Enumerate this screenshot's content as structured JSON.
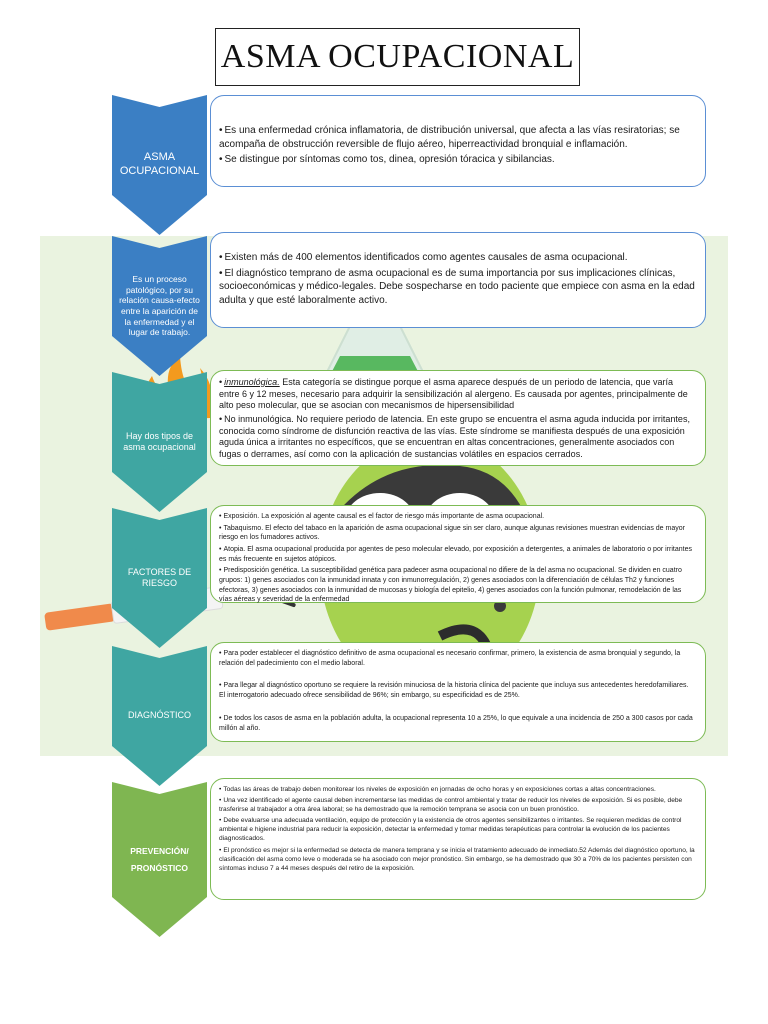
{
  "title": "ASMA OCUPACIONAL",
  "colors": {
    "blue_chevron": "#3b7fc4",
    "teal_chevron": "#3fa6a2",
    "green_chevron": "#7fb651",
    "card_blue_border": "#5b8fd4",
    "card_green_border": "#7dbb55",
    "background_panel": "#eaf3e0"
  },
  "illustration": {
    "description_icons": [
      "flask-icon",
      "flame-icon",
      "cigarette-icon",
      "person-coughing-icon"
    ]
  },
  "sections": [
    {
      "label": "ASMA OCUPACIONAL",
      "items": [
        "Es una enfermedad crónica inflamatoria, de distribución universal, que afecta a las vías resiratorias; se acompaña de obstrucción reversible de flujo aéreo, hiperreactividad bronquial e inflamación.",
        "Se distingue por síntomas como tos, dinea, opresión tóracica y sibilancias."
      ]
    },
    {
      "label": "Es un proceso patológico, por su relación causa-efecto entre la aparición de la enfermedad y el lugar de trabajo.",
      "items": [
        "Existen más de 400 elementos identificados como agentes causales de asma ocupacional.",
        "El diagnóstico temprano de asma ocupacional es de suma importancia por sus implicaciones clínicas, socioeconómicas y médico-legales. Debe sospecharse en todo paciente que empiece con asma en la edad adulta y que esté laboralmente activo."
      ]
    },
    {
      "label": "Hay dos tipos de asma ocupacional",
      "items": [
        {
          "lead": "inmunológica.",
          "text": " Esta categoría se distingue porque el asma aparece después de un periodo de latencia, que varía entre 6 y 12 meses, necesario para adquirir la sensibilización al alergeno. Es causada por agentes, principalmente de alto peso molecular, que se asocian con mecanismos de hipersensibilidad"
        },
        {
          "lead": "",
          "text": "No inmunológica. No requiere periodo de latencia. En este grupo se encuentra el asma aguda inducida por irritantes, conocida como síndrome de disfunción reactiva de las vías. Este síndrome se manifiesta después de una exposición aguda única a irritantes no específicos, que se encuentran en altas concentraciones, generalmente asociados con fugas o derrames, así como con la aplicación de sustancias volátiles en espacios cerrados."
        }
      ]
    },
    {
      "label": "FACTORES DE RIESGO",
      "items": [
        "Exposición. La exposición al agente causal es el factor de riesgo más importante de asma ocupacional.",
        "Tabaquismo. El efecto del tabaco en la aparición de asma ocupacional sigue sin ser claro, aunque algunas revisiones muestran evidencias de mayor riesgo en los fumadores activos.",
        "Atopia. El asma ocupacional producida por agentes de peso molecular elevado, por exposición a detergentes, a animales de laboratorio o por irritantes es más frecuente en sujetos atópicos.",
        "Predisposición genética. La susceptibilidad genética para padecer asma ocupacional no difiere de la del asma no ocupacional. Se dividen en cuatro grupos: 1) genes asociados con la inmunidad innata y con inmunorregulación, 2) genes asociados con la diferenciación de células Th2 y funciones efectoras, 3) genes asociados con la inmunidad de mucosas y biología del epitelio, 4) genes asociados con la función pulmonar, remodelación de las vías aéreas y severidad de la enfermedad"
      ]
    },
    {
      "label": "DIAGNÓSTICO",
      "items": [
        "Para poder establecer el diagnóstico definitivo de asma ocupacional es necesario confirmar, primero, la existencia de asma bronquial y segundo, la relación del padecimiento con el medio laboral.",
        "Para llegar al diagnóstico oportuno se requiere la revisión minuciosa de la historia clínica del paciente que incluya sus antecedentes heredofamiliares. El interrogatorio adecuado ofrece sensibilidad de 96%; sin embargo, su especificidad es de 25%.",
        "De todos los casos de asma en la población adulta, la ocupacional representa 10 a 25%, lo que equivale a una incidencia de 250 a 300 casos por cada millón al año."
      ]
    },
    {
      "label_line1": "PREVENCIÓN/",
      "label_line2": "PRONÓSTICO",
      "items": [
        "Todas las áreas de trabajo deben monitorear los niveles de exposición en jornadas de ocho horas y en exposiciones cortas a altas concentraciones.",
        "Una vez identificado el agente causal deben incrementarse las medidas de control ambiental y tratar de reducir los niveles de exposición. Si es posible, debe trasferirse al trabajador a otra área laboral; se ha demostrado que la remoción temprana se asocia con un buen pronóstico.",
        "Debe evaluarse una adecuada ventilación, equipo de protección y la existencia de otros agentes sensibilizantes o irritantes. Se requieren medidas de control ambiental e higiene industrial para reducir la exposición, detectar la enfermedad y tomar medidas terapéuticas para controlar la evolución de los pacientes diagnosticados.",
        "El pronóstico es mejor si la enfermedad se detecta de manera temprana y se inicia el tratamiento adecuado de inmediato.52 Además del diagnóstico oportuno, la clasificación del asma como leve o moderada se ha asociado con mejor pronóstico. Sin embargo, se ha demostrado que 30 a 70% de los pacientes persisten con síntomas incluso 7 a 44 meses después del retiro de la exposición."
      ]
    }
  ]
}
